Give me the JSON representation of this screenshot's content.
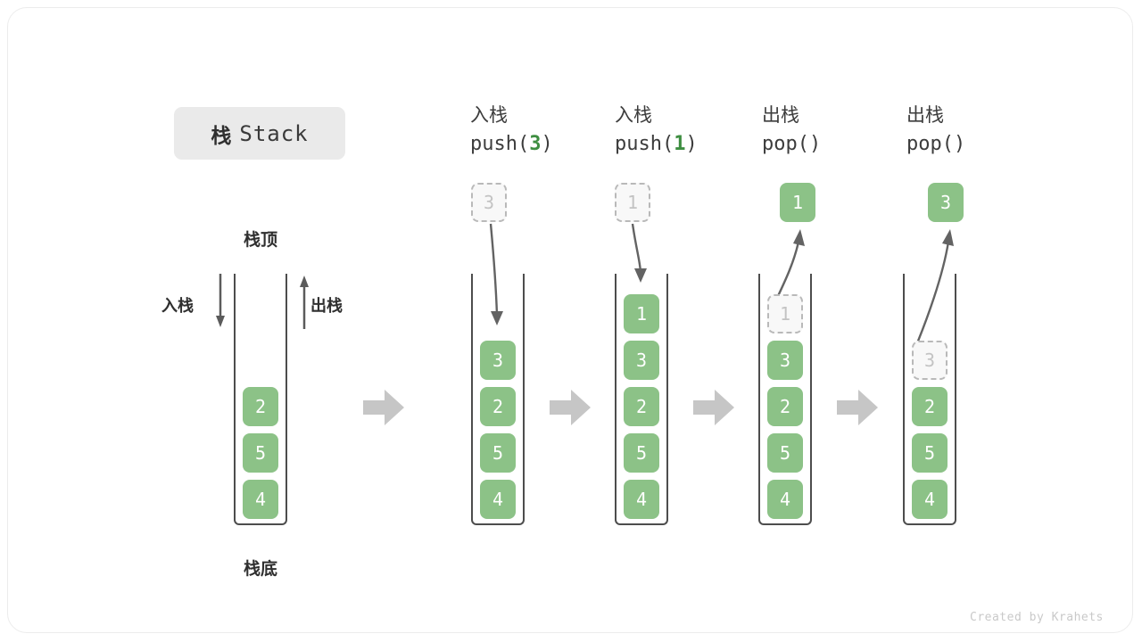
{
  "title": {
    "cn": "栈",
    "en": "Stack"
  },
  "labels": {
    "top": "栈顶",
    "bottom": "栈底",
    "push_side": "入栈",
    "pop_side": "出栈"
  },
  "credit": "Created by Krahets",
  "colors": {
    "element_green": "#8cc287",
    "code_accent_green": "#3e8e41",
    "ghost_border": "#b9b9b9",
    "ghost_fill": "#f8f8f8",
    "ghost_text": "#c3c3c3",
    "container_stroke": "#4d4d4d",
    "flow_arrow": "#c6c6c6",
    "curve_arrow": "#636363",
    "title_chip_bg": "#eaeaea"
  },
  "columns": [
    {
      "id": "initial",
      "header_cn": "",
      "header_code_prefix": "",
      "header_code_arg": "",
      "header_code_suffix": "",
      "stack": [
        "2",
        "5",
        "4"
      ],
      "floating": null
    },
    {
      "id": "push-3",
      "header_cn": "入栈",
      "header_code_prefix": "push(",
      "header_code_arg": "3",
      "header_code_suffix": ")",
      "stack": [
        "3",
        "2",
        "5",
        "4"
      ],
      "floating": {
        "value": "3",
        "style": "ghost",
        "direction": "down"
      }
    },
    {
      "id": "push-1",
      "header_cn": "入栈",
      "header_code_prefix": "push(",
      "header_code_arg": "1",
      "header_code_suffix": ")",
      "stack": [
        "1",
        "3",
        "2",
        "5",
        "4"
      ],
      "floating": {
        "value": "1",
        "style": "ghost",
        "direction": "down"
      }
    },
    {
      "id": "pop-1",
      "header_cn": "出栈",
      "header_code_prefix": "pop(",
      "header_code_arg": "",
      "header_code_suffix": ")",
      "stack": [
        "1",
        "3",
        "2",
        "5",
        "4"
      ],
      "removed_index": 0,
      "floating": {
        "value": "1",
        "style": "solid",
        "direction": "up"
      }
    },
    {
      "id": "pop-3",
      "header_cn": "出栈",
      "header_code_prefix": "pop(",
      "header_code_arg": "",
      "header_code_suffix": ")",
      "stack": [
        "3",
        "2",
        "5",
        "4"
      ],
      "removed_index": 0,
      "floating": {
        "value": "3",
        "style": "solid",
        "direction": "up"
      }
    }
  ],
  "flow_arrows_count": 4
}
